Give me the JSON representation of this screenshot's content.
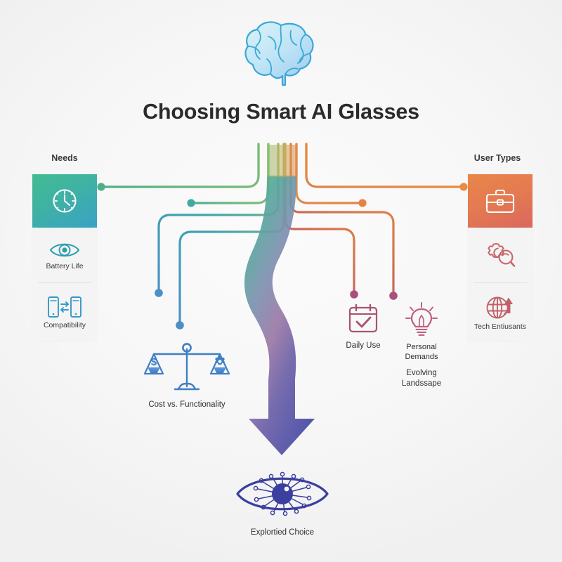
{
  "title": "Choosing Smart AI Glasses",
  "header_icon": "brain-icon",
  "colors": {
    "background": "#f7f7f7",
    "title": "#2b2b2e",
    "teal_card_start": "#43bb93",
    "teal_card_end": "#3aa1c6",
    "orange_card_start": "#ea8549",
    "orange_card_end": "#db675d",
    "left_strand_green": "#6fb87f",
    "left_strand_teal": "#3fa9a0",
    "right_strand_orange": "#e8833f",
    "right_strand_rose": "#b0517a",
    "ribbon_top": "#4fa89b",
    "ribbon_mid": "#9a79a8",
    "ribbon_end": "#4b4fa6",
    "scale_icon": "#3f7fc4",
    "outcome_icon": "#3b3f9e"
  },
  "left_column": {
    "header": "Needs",
    "items": [
      {
        "icon": "clock-icon",
        "label": ""
      },
      {
        "icon": "eye-icon",
        "label": "Battery Life"
      },
      {
        "icon": "devices-sync-icon",
        "label": "Compatibility"
      }
    ]
  },
  "right_column": {
    "header": "User Types",
    "items": [
      {
        "icon": "briefcase-icon",
        "label": ""
      },
      {
        "icon": "gear-magnifier-icon",
        "label": ""
      },
      {
        "icon": "globe-arrow-icon",
        "label": "Tech Entiusants"
      }
    ]
  },
  "features": {
    "cost": {
      "icon": "balance-scale-icon",
      "label": "Cost vs. Functionality"
    },
    "daily": {
      "icon": "calendar-check-icon",
      "label": "Daily Use"
    },
    "personal": {
      "icon": "lightbulb-icon",
      "label": "Personal Demands",
      "sublabel": "Evolving Landssape"
    },
    "outcome": {
      "icon": "tech-eye-icon",
      "label": "Explortied Choice"
    }
  }
}
